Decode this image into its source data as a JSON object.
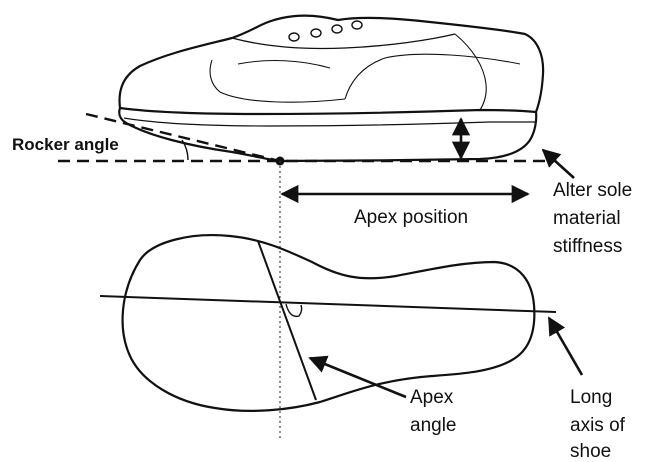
{
  "labels": {
    "rocker_angle": "Rocker angle",
    "apex_position": "Apex position",
    "alter_sole_1": "Alter sole",
    "alter_sole_2": "material",
    "alter_sole_3": "stiffness",
    "apex_angle_1": "Apex",
    "apex_angle_2": "angle",
    "long_axis_1": "Long",
    "long_axis_2": "axis of",
    "long_axis_3": "shoe"
  }
}
